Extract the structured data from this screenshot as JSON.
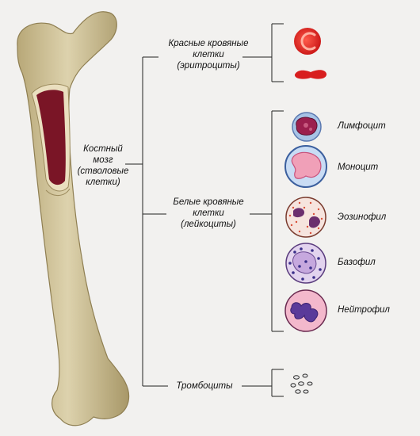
{
  "labels": {
    "marrow": [
      "Костный",
      "мозг",
      "(стволовые",
      "клетки)"
    ],
    "red": [
      "Красные кровяные",
      "клетки",
      "(эритроциты)"
    ],
    "white": [
      "Белые кровяные",
      "клетки",
      "(лейкоциты)"
    ],
    "platelets": "Тромбоциты"
  },
  "white_cells": [
    {
      "name": "Лимфоцит"
    },
    {
      "name": "Моноцит"
    },
    {
      "name": "Эозинофил"
    },
    {
      "name": "Базофил"
    },
    {
      "name": "Нейтрофил"
    }
  ],
  "colors": {
    "background": "#f2f1ef",
    "bone": "#d9cda6",
    "bone_shadow": "#b9a97a",
    "marrow": "#7a1526",
    "erythrocyte": "#d81e1e",
    "line": "#222222"
  }
}
